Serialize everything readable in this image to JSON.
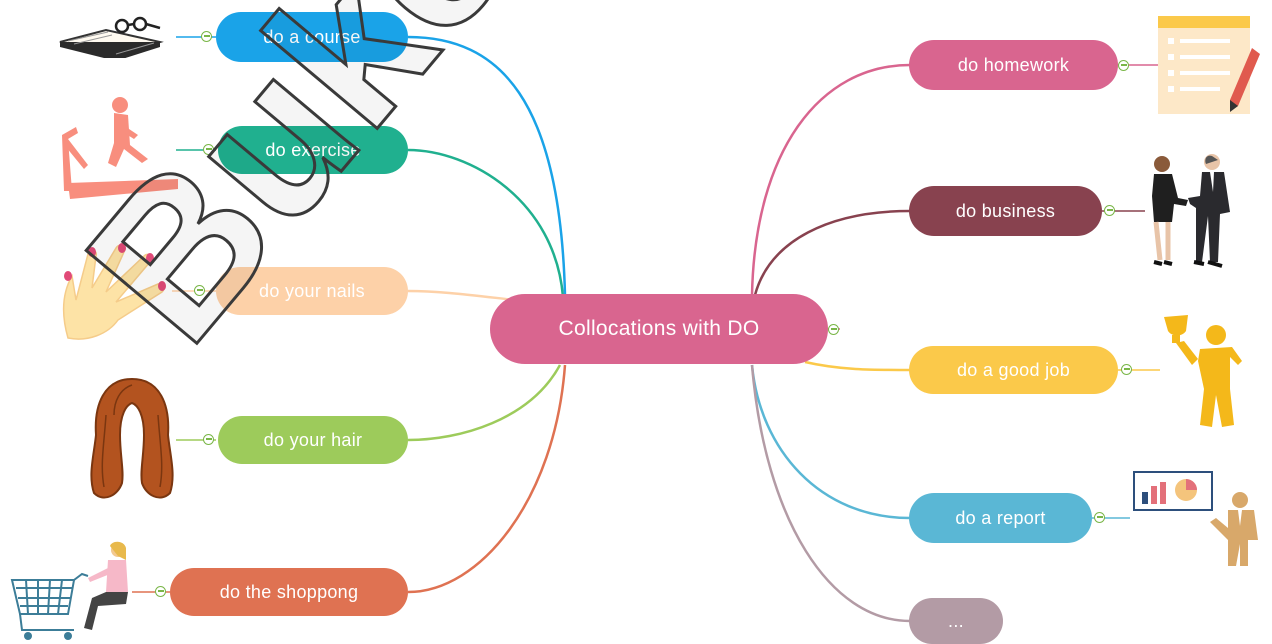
{
  "center": {
    "label": "Collocations with DO",
    "color": "#d9658f"
  },
  "left_branches": [
    {
      "label": "do a course",
      "color": "#1aa3e8",
      "icon": "book-glasses-icon"
    },
    {
      "label": "do exercise",
      "color": "#20b08f",
      "icon": "treadmill-runner-icon"
    },
    {
      "label": "do your nails",
      "color": "#fdd1a8",
      "icon": "painted-nails-hand-icon"
    },
    {
      "label": "do your hair",
      "color": "#9dcb5b",
      "icon": "long-hair-icon"
    },
    {
      "label": "do the shoppong",
      "color": "#df7252",
      "icon": "shopping-cart-woman-icon"
    }
  ],
  "right_branches": [
    {
      "label": "do homework",
      "color": "#d9658f",
      "icon": "notepad-pencil-icon"
    },
    {
      "label": "do business",
      "color": "#88424f",
      "icon": "handshake-people-icon"
    },
    {
      "label": "do a good job",
      "color": "#fbc94a",
      "icon": "trophy-person-icon"
    },
    {
      "label": "do a report",
      "color": "#5ab7d5",
      "icon": "presentation-chart-icon"
    },
    {
      "label": "...",
      "color": "#b39ba5",
      "icon": ""
    }
  ],
  "watermark": "Buketov"
}
